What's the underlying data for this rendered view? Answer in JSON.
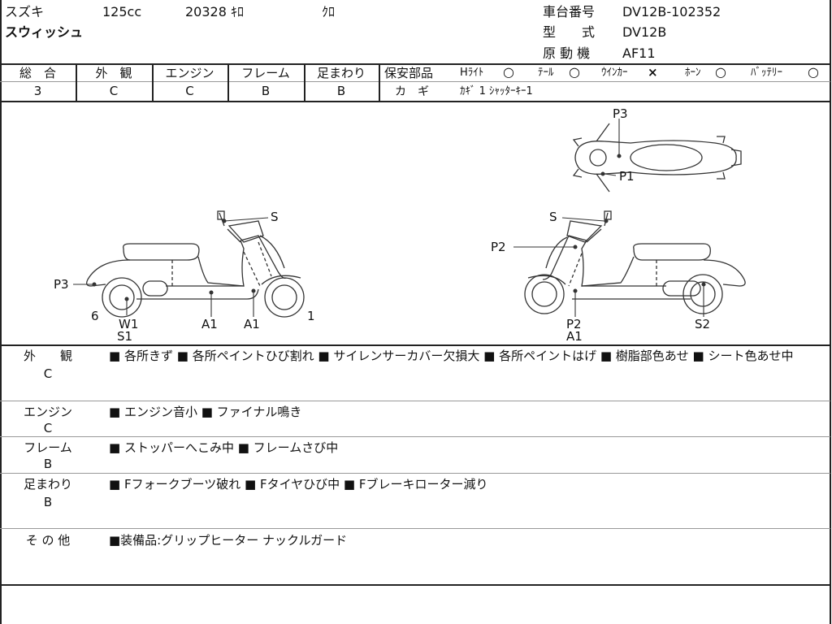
{
  "header": {
    "maker": "スズキ",
    "displacement": "125cc",
    "mileage": "20328 ｷﾛ",
    "color": "ｸﾛ",
    "model_name": "スウィッシュ",
    "frame_no_label": "車台番号",
    "frame_no": "DV12B-102352",
    "type_label": "型　　式",
    "type_value": "DV12B",
    "engine_label": "原 動 機",
    "engine_value": "AF11"
  },
  "grades": [
    {
      "label": "総　合",
      "value": "3"
    },
    {
      "label": "外　観",
      "value": "C"
    },
    {
      "label": "エンジン",
      "value": "C"
    },
    {
      "label": "フレーム",
      "value": "B"
    },
    {
      "label": "足まわり",
      "value": "B"
    }
  ],
  "safety": {
    "label": "保安部品",
    "items": [
      {
        "name": "Hﾗｲﾄ",
        "mark": "○"
      },
      {
        "name": "ﾃｰﾙ",
        "mark": "○"
      },
      {
        "name": "ｳｲﾝｶｰ",
        "mark": "×"
      },
      {
        "name": "ﾎｰﾝ",
        "mark": "○"
      },
      {
        "name": "ﾊﾞｯﾃﾘｰ",
        "mark": "○"
      }
    ],
    "key_label": "カ　ギ",
    "key_value": "ｶｷﾞ 1  ｼｬｯﾀｰｷｰ1"
  },
  "diagram_labels": {
    "top_p3": "P3",
    "top_p1": "P1",
    "left_s": "S",
    "left_p3": "P3",
    "left_6": "6",
    "left_w1": "W1",
    "left_s1": "S1",
    "left_a1a": "A1",
    "left_a1b": "A1",
    "left_1": "1",
    "right_s": "S",
    "right_p2": "P2",
    "right_p2b": "P2",
    "right_a1": "A1",
    "right_s2": "S2"
  },
  "sections": [
    {
      "label": "外　　観",
      "grade": "C",
      "text": "■ 各所きず ■ 各所ペイントひび割れ ■ サイレンサーカバー欠損大 ■ 各所ペイントはげ ■ 樹脂部色あせ ■ シート色あせ中"
    },
    {
      "label": "エンジン",
      "grade": "C",
      "text": "■ エンジン音小 ■ ファイナル鳴き"
    },
    {
      "label": "フレーム",
      "grade": "B",
      "text": "■ ストッパーへこみ中 ■ フレームさび中"
    },
    {
      "label": "足まわり",
      "grade": "B",
      "text": "■ Fフォークブーツ破れ ■ Fタイヤひび中 ■ Fブレーキローター減り"
    },
    {
      "label": "そ の 他",
      "grade": "",
      "text": "■装備品:グリップヒーター ナックルガード"
    }
  ]
}
